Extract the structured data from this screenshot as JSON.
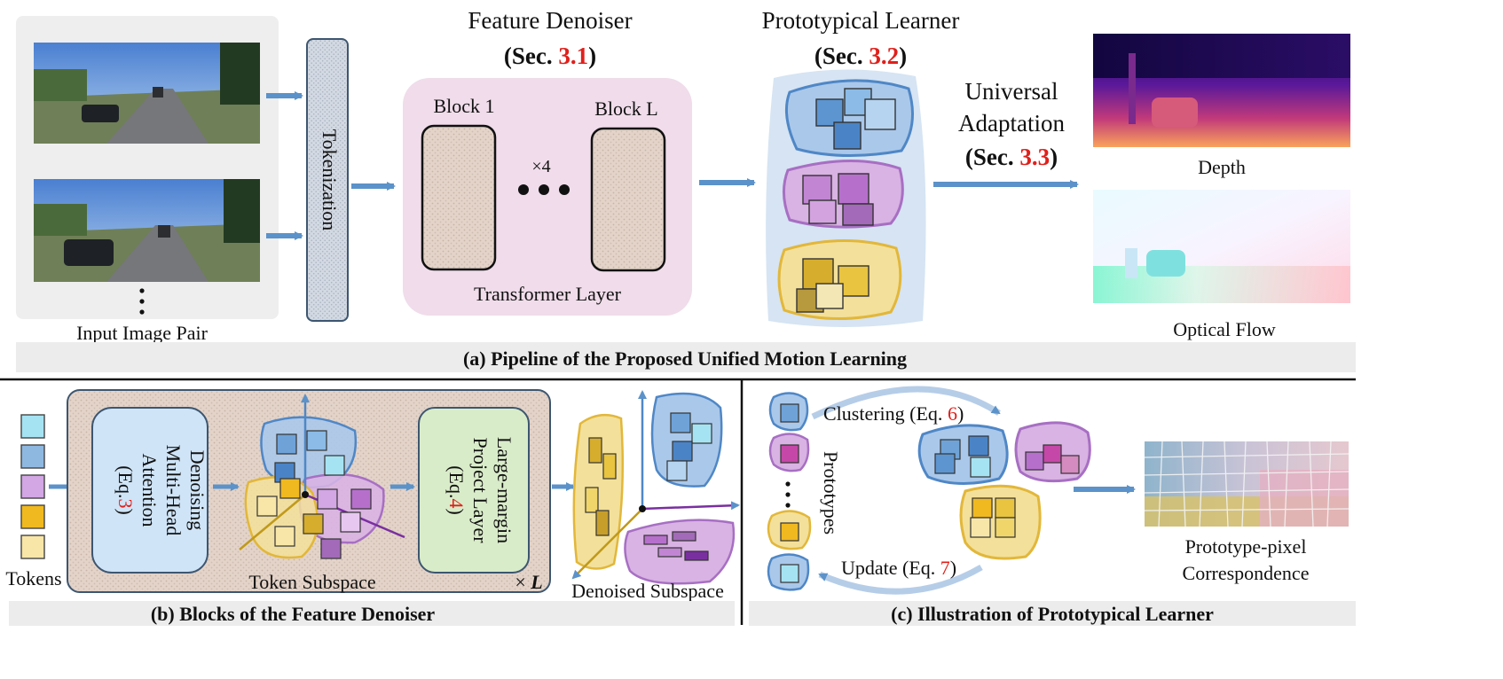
{
  "panel_a": {
    "input_label": "Input Image Pair",
    "tokenization_label": "Tokenization",
    "feature_denoiser": {
      "title": "Feature Denoiser",
      "sec_prefix": "(Sec. ",
      "sec_num": "3.1",
      "sec_suffix": ")"
    },
    "block_first": "Block 1",
    "block_last": "Block L",
    "repeat": "×4",
    "transformer_layer": "Transformer Layer",
    "prototypical_learner": {
      "title": "Prototypical Learner",
      "sec_prefix": "(Sec. ",
      "sec_num": "3.2",
      "sec_suffix": ")"
    },
    "universal_adaptation": {
      "line1": "Universal",
      "line2": "Adaptation",
      "sec_prefix": "(Sec. ",
      "sec_num": "3.3",
      "sec_suffix": ")"
    },
    "output_depth": "Depth",
    "output_flow": "Optical Flow",
    "caption": "(a) Pipeline of the Proposed Unified Motion Learning"
  },
  "panel_b": {
    "tokens_label": "Tokens",
    "attention": {
      "line1": "Denoising",
      "line2": "Multi-Head",
      "line3": "Attention",
      "eq_prefix": "(Eq.",
      "eq_num": "3",
      "eq_suffix": ")"
    },
    "token_subspace": "Token Subspace",
    "projection": {
      "line1": "Large-margin",
      "line2": "Project Layer",
      "eq_prefix": "(Eq.",
      "eq_num": "4",
      "eq_suffix": ")"
    },
    "repeat_prefix": "× ",
    "repeat_var": "L",
    "denoised_subspace": "Denoised Subspace",
    "caption": "(b) Blocks of the Feature Denoiser"
  },
  "panel_c": {
    "clustering": {
      "prefix": "Clustering (Eq. ",
      "num": "6",
      "suffix": ")"
    },
    "update": {
      "prefix": "Update (Eq. ",
      "num": "7",
      "suffix": ")"
    },
    "prototypes_label": "Prototypes",
    "correspondence": {
      "line1": "Prototype-pixel",
      "line2": "Correspondence"
    },
    "caption": "(c) Illustration of Prototypical Learner"
  },
  "colors": {
    "arrow": "#5b92c9",
    "red_ref": "#e0201b",
    "blue_cube": "#6fa3d8",
    "purple_cube": "#c48fd0",
    "yellow_cube": "#e8c440",
    "pink_panel": "#f0dcea",
    "light_blue_panel": "#d6e4f3",
    "attention_box": "#cfe4f7",
    "projection_box": "#d9ecc9",
    "caption_bar": "#ececec"
  }
}
